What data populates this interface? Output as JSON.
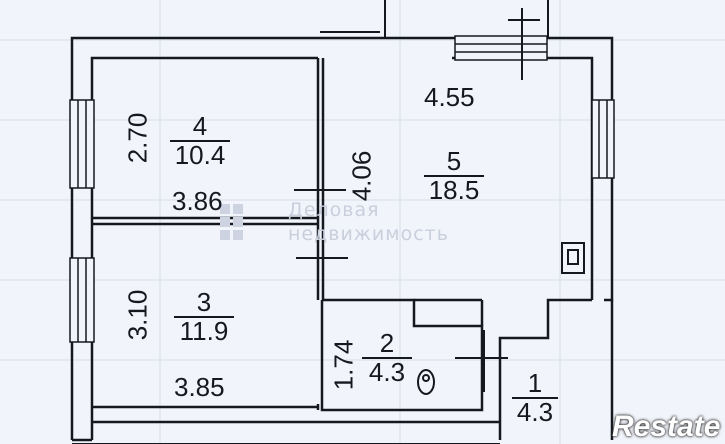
{
  "rooms": [
    {
      "number": "4",
      "area": "10.4",
      "width": "3.86",
      "height": "2.70"
    },
    {
      "number": "5",
      "area": "18.5",
      "width": "4.55",
      "height": "4.06"
    },
    {
      "number": "3",
      "area": "11.9",
      "width": "3.85",
      "height": "3.10"
    },
    {
      "number": "2",
      "area": "4.3",
      "height": "1.74"
    },
    {
      "number": "1",
      "area": "4.3"
    }
  ],
  "watermark": {
    "line1": "Деловая",
    "line2": "недвижимость"
  },
  "brand": "Restate",
  "colors": {
    "background": "#f1f4fa",
    "ink": "#15181f",
    "watermark": "#c9cfdc"
  }
}
